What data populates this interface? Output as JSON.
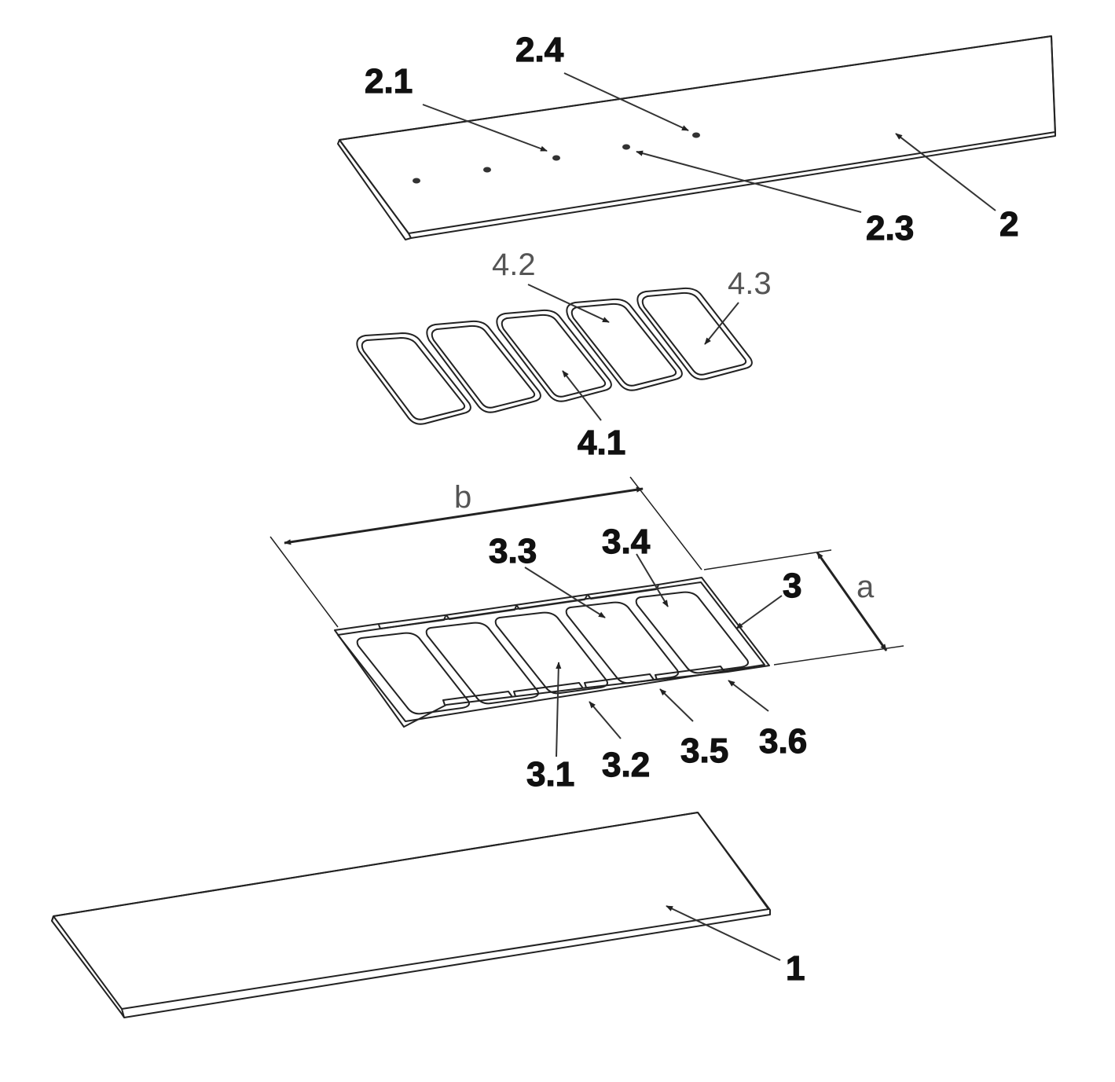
{
  "labels": {
    "plate_top": "2",
    "hole_2_1": "2.1",
    "hole_2_3": "2.3",
    "hole_2_4": "2.4",
    "pad_4_1": "4.1",
    "pad_4_2": "4.2",
    "pad_4_3": "4.3",
    "spacer": "3",
    "chamber_3_1": "3.1",
    "gap_3_2": "3.2",
    "chamber_3_3": "3.3",
    "chamber_3_4": "3.4",
    "gap_3_5": "3.5",
    "gap_3_6": "3.6",
    "dim_a": "a",
    "dim_b": "b",
    "plate_bottom": "1"
  }
}
